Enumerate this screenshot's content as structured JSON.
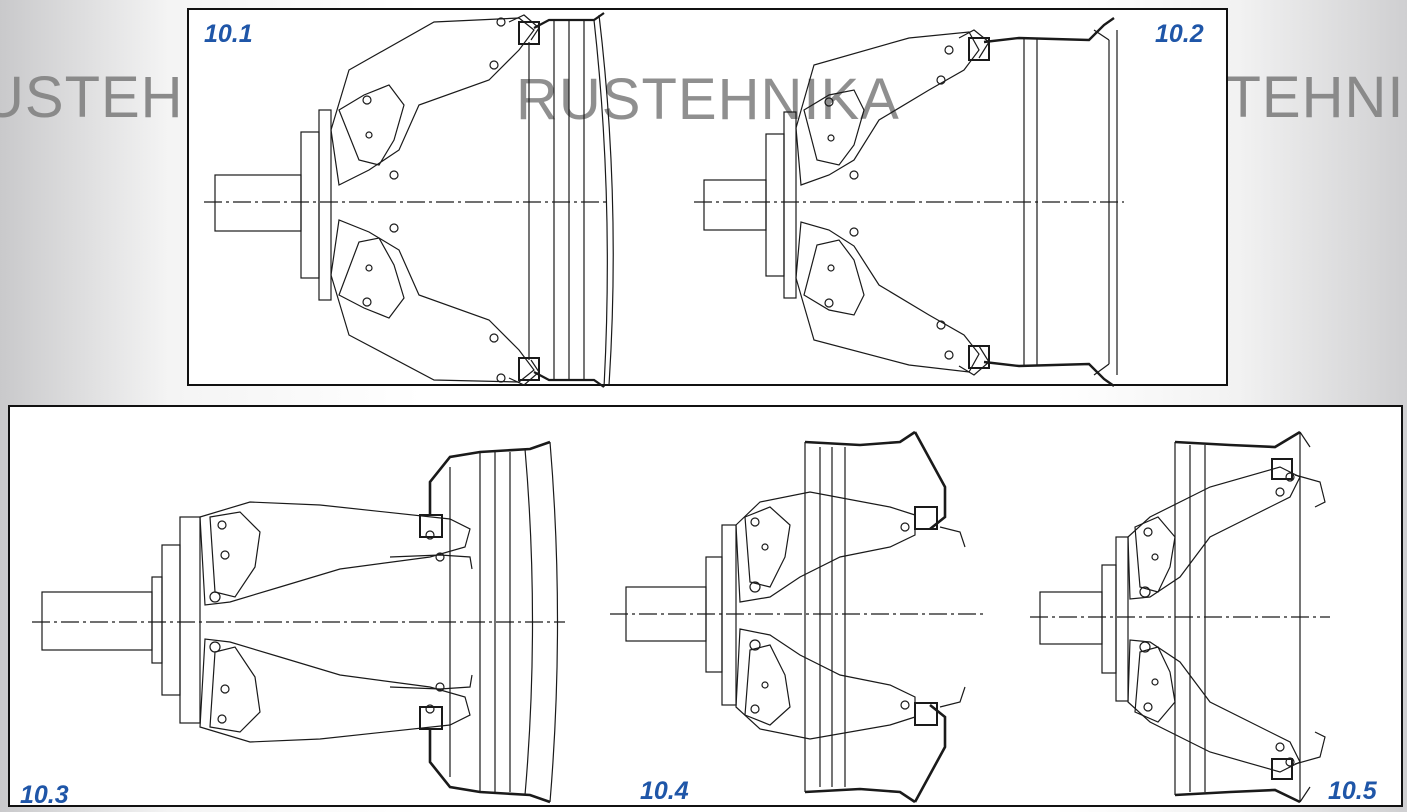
{
  "watermark": {
    "text": "RUSTEHNIKA",
    "left_fragment": "USTEHNIKA",
    "right_fragment": "RUSTEHNI"
  },
  "figures": {
    "f1": "10.1",
    "f2": "10.2",
    "f3": "10.3",
    "f4": "10.4",
    "f5": "10.5"
  },
  "colors": {
    "label": "#1f56a8",
    "watermark": "#8a8a8a",
    "line": "#1a1a1a"
  }
}
